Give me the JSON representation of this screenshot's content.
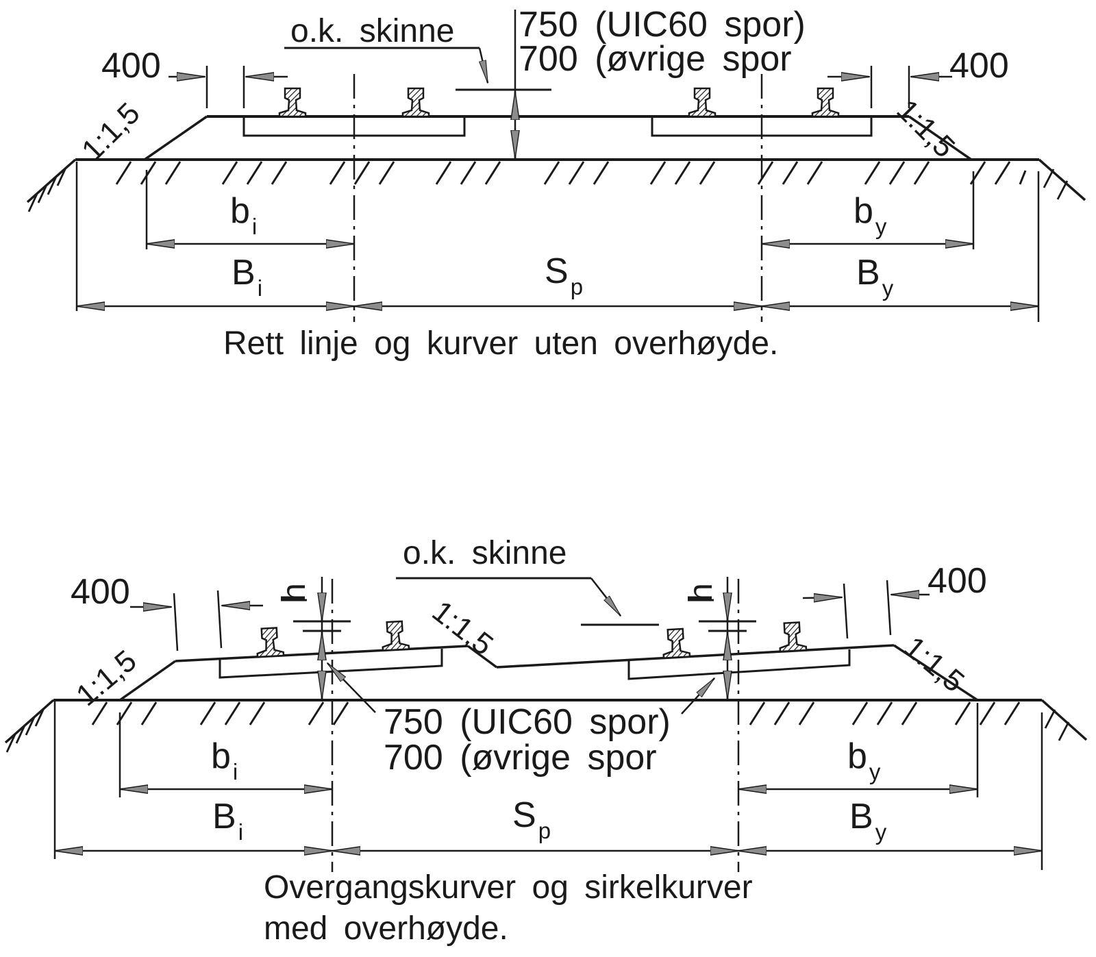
{
  "colors": {
    "line": "#1a1a1a",
    "arrow_fill": "#8c8c8c",
    "background": "#ffffff"
  },
  "top": {
    "ok_skinne": "o.k. skinne",
    "h750": "750 (UIC60 spor)",
    "h700": "700 (øvrige spor",
    "d400_left": "400",
    "d400_right": "400",
    "slope_left": "1:1,5",
    "slope_right": "1:1,5",
    "b_inner": {
      "main": "b",
      "sub": "i"
    },
    "B_inner": {
      "main": "B",
      "sub": "i"
    },
    "S_track": {
      "main": "S",
      "sub": "p"
    },
    "b_outer": {
      "main": "b",
      "sub": "y"
    },
    "B_outer": {
      "main": "B",
      "sub": "y"
    },
    "caption": "Rett linje og kurver uten overhøyde."
  },
  "bottom": {
    "ok_skinne": "o.k. skinne",
    "h750": "750 (UIC60 spor)",
    "h700": "700 (øvrige spor",
    "d400_left": "400",
    "d400_right": "400",
    "slope_left": "1:1,5",
    "slope_mid": "1:1,5",
    "slope_right": "1:1,5",
    "h_left": "h",
    "h_right": "h",
    "b_inner": {
      "main": "b",
      "sub": "i"
    },
    "B_inner": {
      "main": "B",
      "sub": "i"
    },
    "S_track": {
      "main": "S",
      "sub": "p"
    },
    "b_outer": {
      "main": "b",
      "sub": "y"
    },
    "B_outer": {
      "main": "B",
      "sub": "y"
    },
    "caption1": "Overgangskurver og sirkelkurver",
    "caption2": "med overhøyde."
  }
}
